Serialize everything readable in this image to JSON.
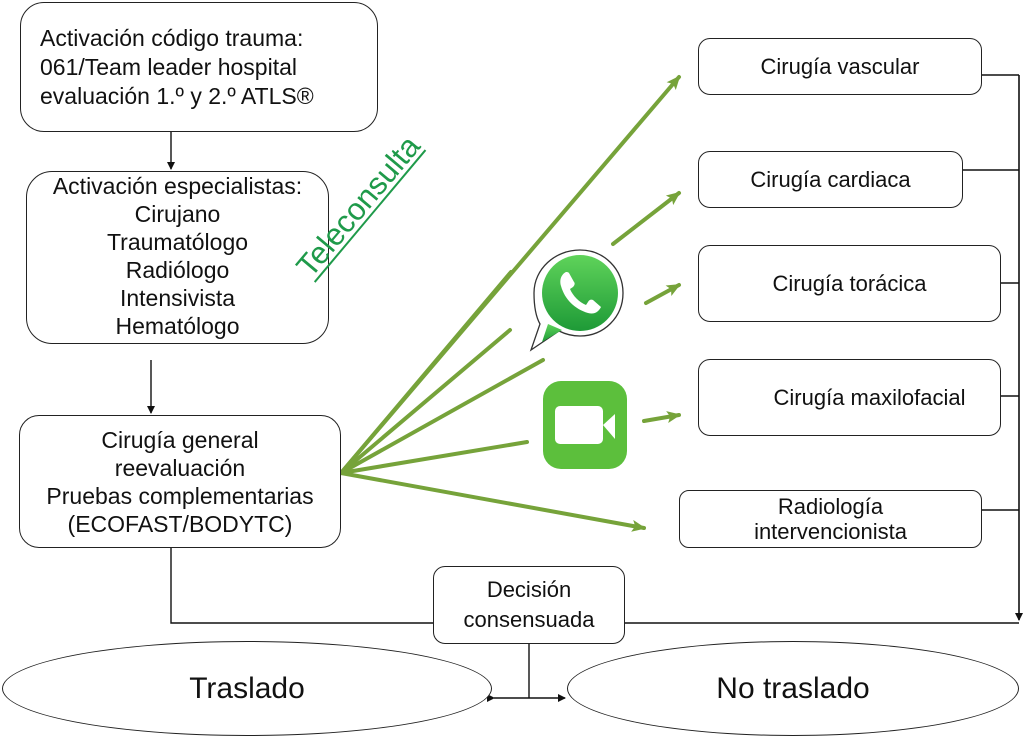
{
  "flow": {
    "activacion_codigo": {
      "lines": [
        "Activación código trauma:",
        "061/Team leader hospital",
        "evaluación 1.º y 2.º ATLS®"
      ]
    },
    "activacion_especialistas": {
      "title": "Activación especialistas:",
      "items": [
        "Cirujano",
        "Traumatólogo",
        "Radiólogo",
        "Intensivista",
        "Hematólogo"
      ]
    },
    "cirugia_general": {
      "lines": [
        "Cirugía general",
        "reevaluación",
        "Pruebas complementarias",
        "(ECOFAST/BODYTC)"
      ]
    },
    "teleconsulta_label": "Teleconsulta",
    "teleconsulta_apps": [
      "whatsapp-icon",
      "facetime-icon"
    ],
    "specialties": [
      {
        "label": "Cirugía vascular"
      },
      {
        "label": "Cirugía cardiaca"
      },
      {
        "label": "Cirugía torácica"
      },
      {
        "label": "Cirugía maxilofacial"
      },
      {
        "lines": [
          "Radiología",
          "intervencionista"
        ]
      }
    ],
    "decision": {
      "lines": [
        "Decisión",
        "consensuada"
      ]
    },
    "outcomes": {
      "traslado": "Traslado",
      "no_traslado": "No traslado"
    }
  },
  "colors": {
    "arrow_green": "#76a33a",
    "teleconsulta_text": "#1f9a4a",
    "whatsapp_green": "#2fb642",
    "facetime_green": "#5cbf3c",
    "stroke": "#222222"
  }
}
